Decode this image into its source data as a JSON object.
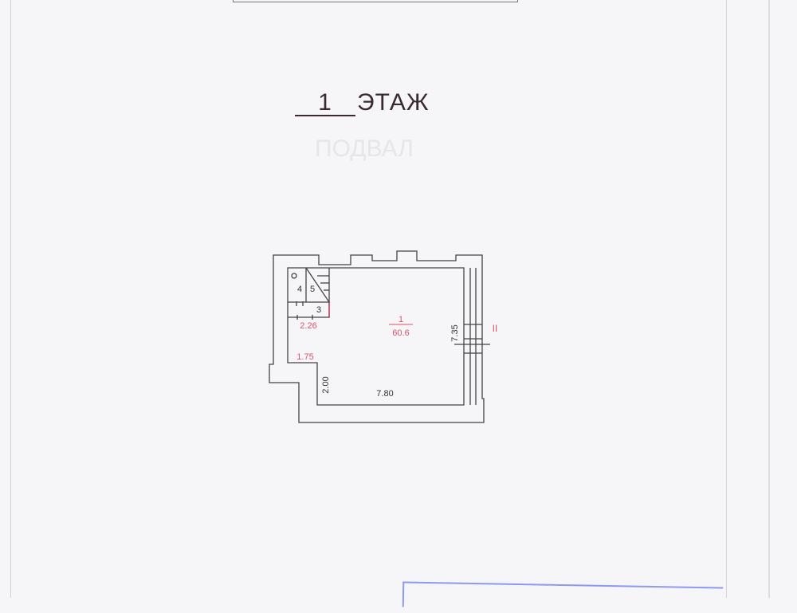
{
  "heading": {
    "floor_number": "1",
    "floor_word": "ЭТАЖ",
    "faded_text": "ПОДВАЛ"
  },
  "plan": {
    "room_number": "1",
    "room_area": "60.6",
    "rooms": [
      "4",
      "5",
      "3"
    ],
    "dimensions": {
      "d1": "2.26",
      "d2": "1.75",
      "d3": "2.00",
      "d4": "7.80",
      "d5": "7.35"
    },
    "section_mark": "II"
  },
  "colors": {
    "ink": "#3a2a2e",
    "red": "#e0506a",
    "stamp": "#7f8ff0"
  }
}
